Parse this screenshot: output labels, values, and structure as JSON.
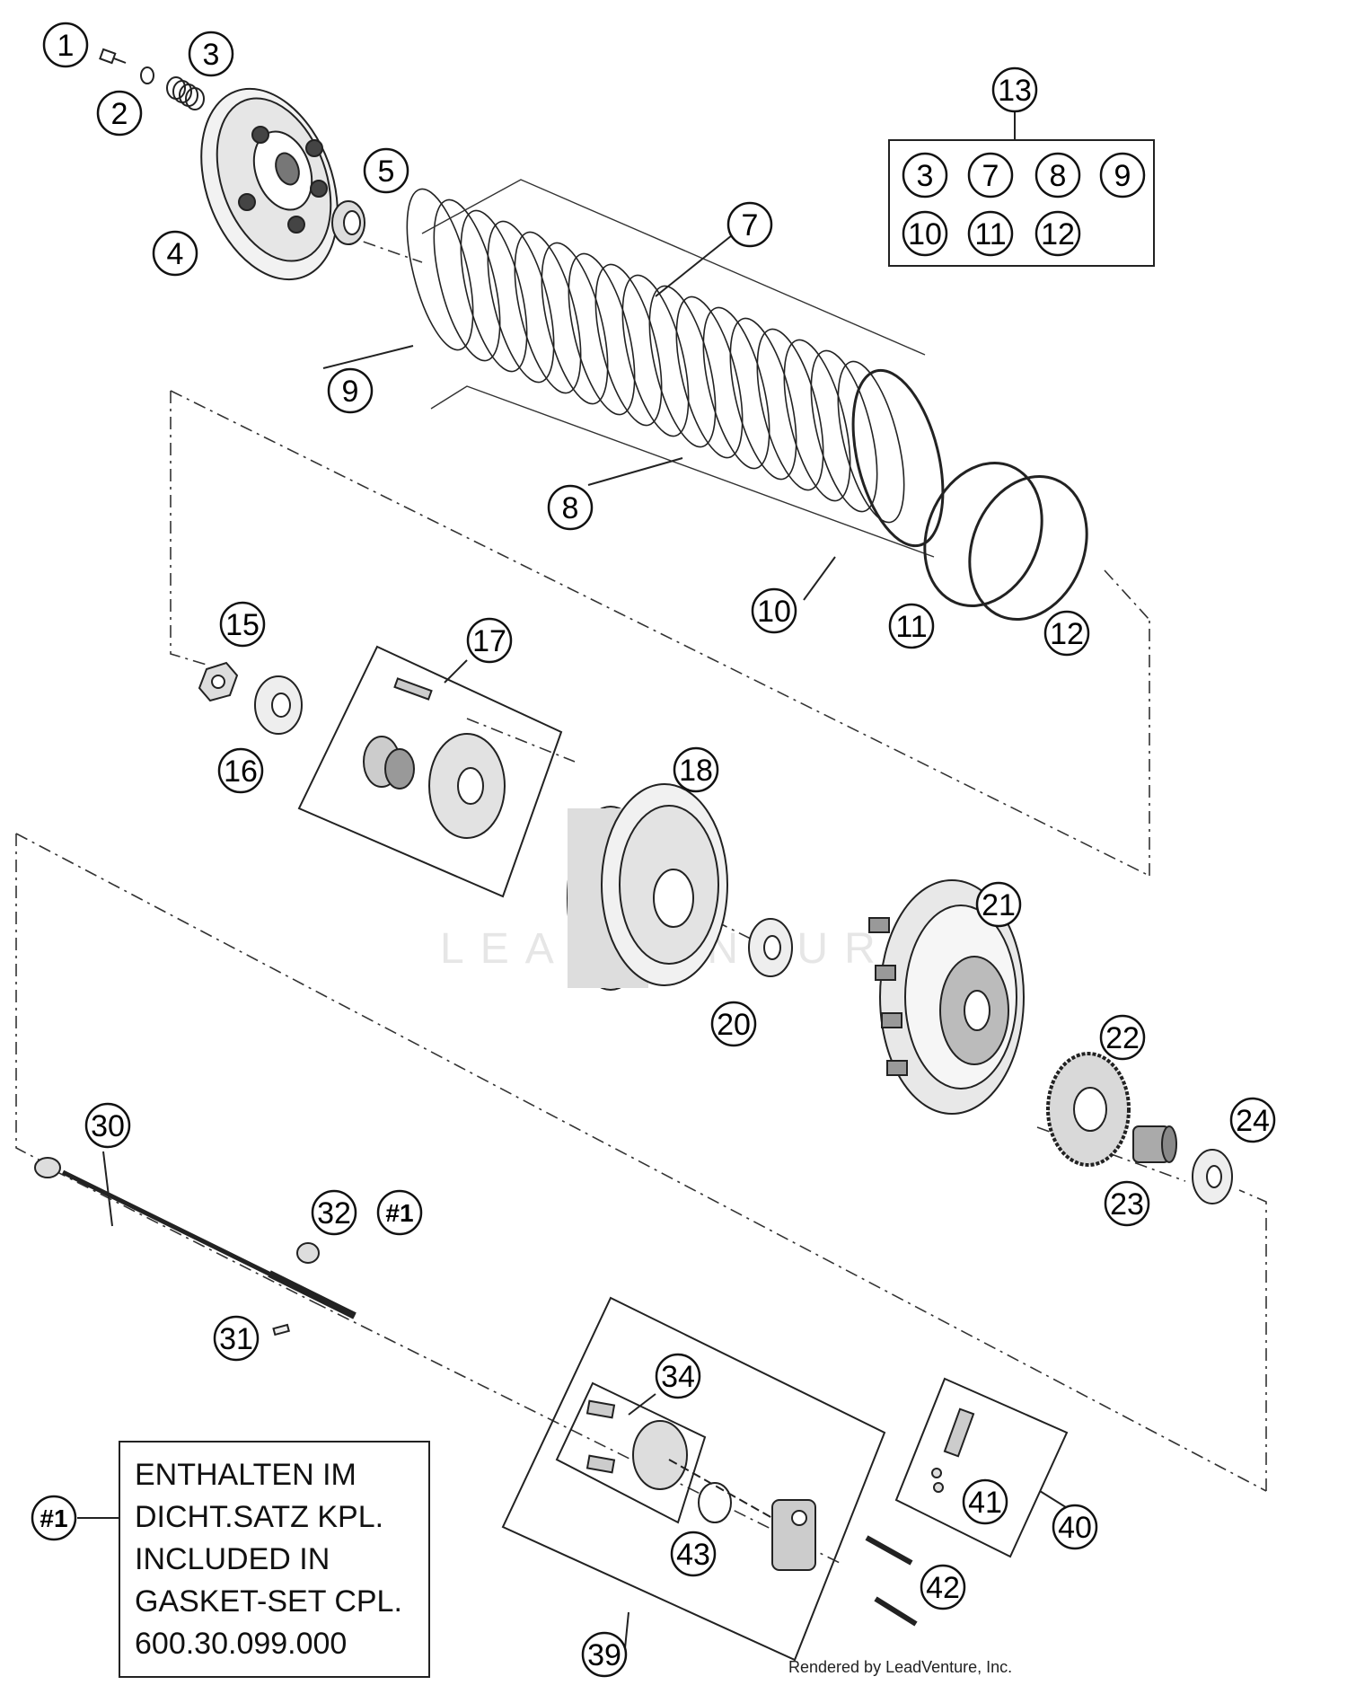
{
  "callouts": [
    {
      "id": "c1",
      "label": "1"
    },
    {
      "id": "c2",
      "label": "2"
    },
    {
      "id": "c3",
      "label": "3"
    },
    {
      "id": "c4",
      "label": "4"
    },
    {
      "id": "c5",
      "label": "5"
    },
    {
      "id": "c7",
      "label": "7"
    },
    {
      "id": "c9",
      "label": "9"
    },
    {
      "id": "c8",
      "label": "8"
    },
    {
      "id": "c10",
      "label": "10"
    },
    {
      "id": "c11",
      "label": "11"
    },
    {
      "id": "c12",
      "label": "12"
    },
    {
      "id": "c13",
      "label": "13"
    },
    {
      "id": "c15",
      "label": "15"
    },
    {
      "id": "c16",
      "label": "16"
    },
    {
      "id": "c17",
      "label": "17"
    },
    {
      "id": "c18",
      "label": "18"
    },
    {
      "id": "c20",
      "label": "20"
    },
    {
      "id": "c21",
      "label": "21"
    },
    {
      "id": "c22",
      "label": "22"
    },
    {
      "id": "c23",
      "label": "23"
    },
    {
      "id": "c24",
      "label": "24"
    },
    {
      "id": "c30",
      "label": "30"
    },
    {
      "id": "c31",
      "label": "31"
    },
    {
      "id": "c32",
      "label": "32"
    },
    {
      "id": "c34",
      "label": "34"
    },
    {
      "id": "c39",
      "label": "39"
    },
    {
      "id": "c40",
      "label": "40"
    },
    {
      "id": "c41",
      "label": "41"
    },
    {
      "id": "c42",
      "label": "42"
    },
    {
      "id": "c43",
      "label": "43"
    },
    {
      "id": "k3",
      "label": "3"
    },
    {
      "id": "k7",
      "label": "7"
    },
    {
      "id": "k8",
      "label": "8"
    },
    {
      "id": "k9",
      "label": "9"
    },
    {
      "id": "k10",
      "label": "10"
    },
    {
      "id": "k11",
      "label": "11"
    },
    {
      "id": "k12",
      "label": "12"
    }
  ],
  "refs": [
    {
      "id": "ref_note",
      "label": "#1"
    },
    {
      "id": "ref_32",
      "label": "#1"
    }
  ],
  "note": {
    "lines": [
      "ENTHALTEN IM",
      "DICHT.SATZ KPL.",
      "INCLUDED IN",
      "GASKET-SET CPL.",
      "600.30.099.000"
    ]
  },
  "credit": "Rendered by LeadVenture, Inc.",
  "watermark": "LEADVENTURE"
}
